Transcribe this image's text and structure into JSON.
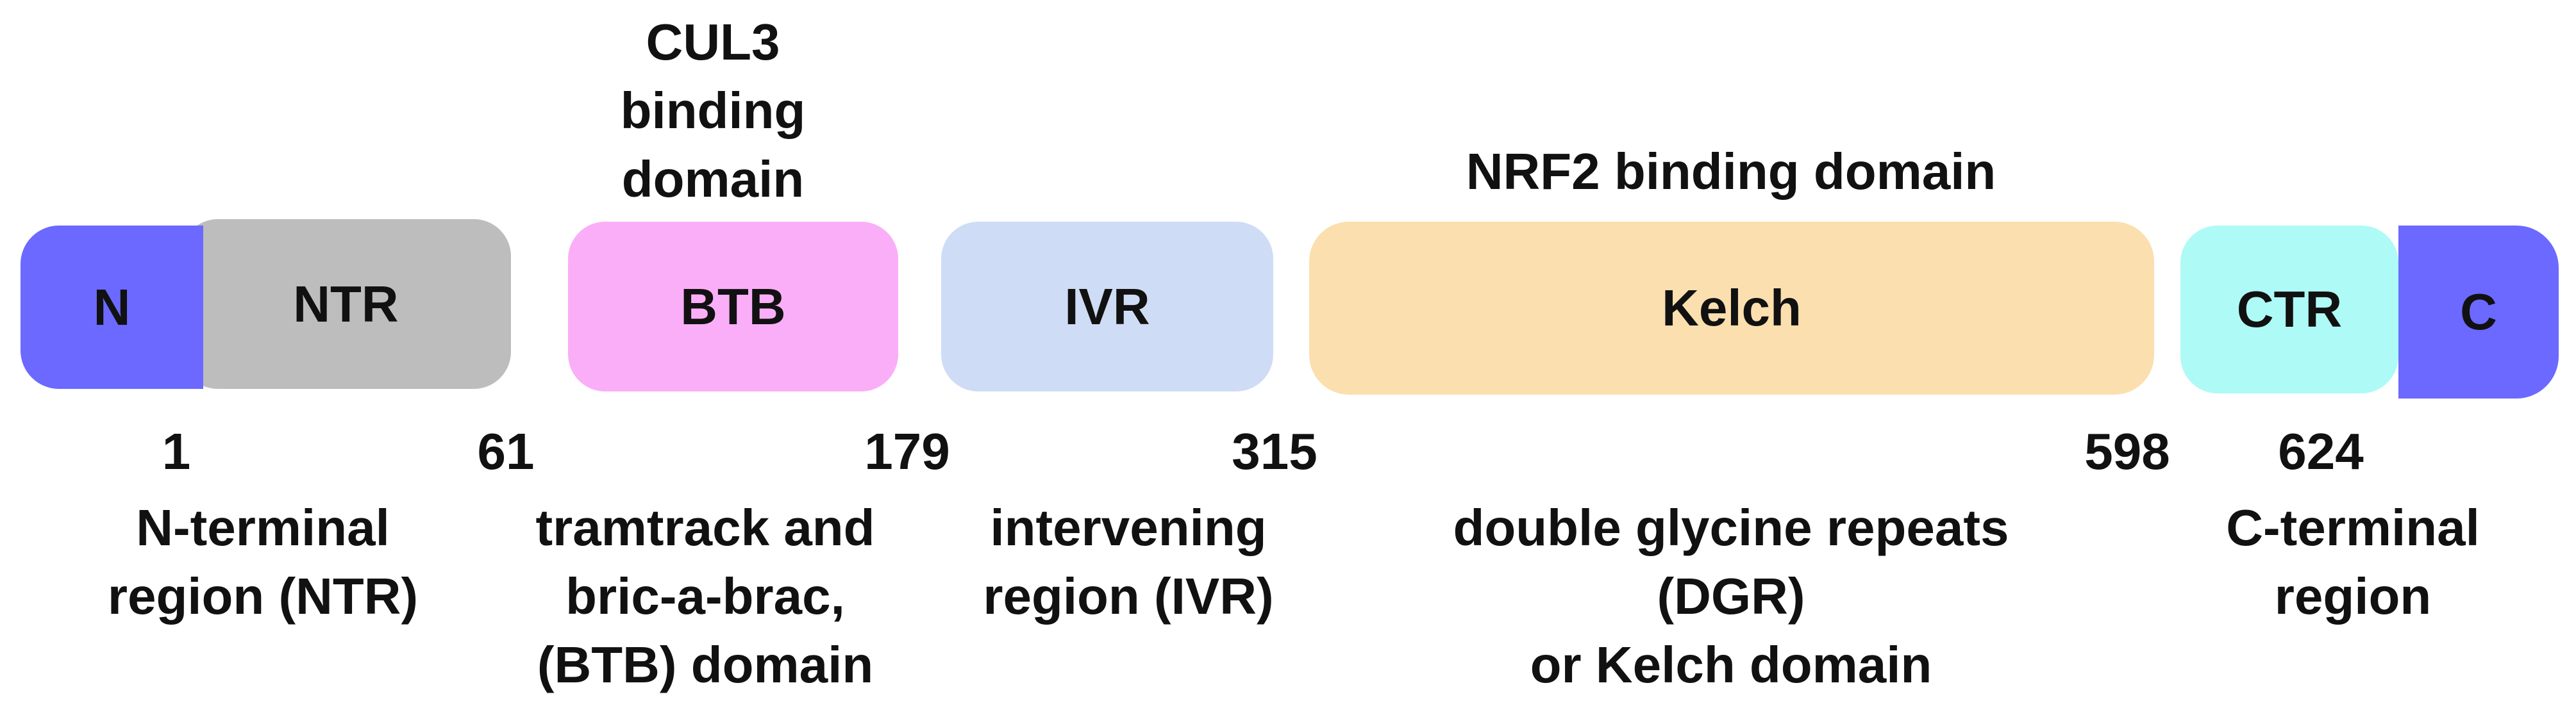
{
  "annotations": {
    "cul3": "CUL3\nbinding\ndomain",
    "nrf2": "NRF2 binding domain"
  },
  "domains": [
    {
      "key": "n",
      "label": "N",
      "color": "#6b69ff"
    },
    {
      "key": "ntr",
      "label": "NTR",
      "color": "#bdbdbd"
    },
    {
      "key": "btb",
      "label": "BTB",
      "color": "#fbaef8"
    },
    {
      "key": "ivr",
      "label": "IVR",
      "color": "#cfdcf6"
    },
    {
      "key": "kelch",
      "label": "Kelch",
      "color": "#fbdfae"
    },
    {
      "key": "ctr",
      "label": "CTR",
      "color": "#aefaf6"
    },
    {
      "key": "c",
      "label": "C",
      "color": "#6b69ff"
    }
  ],
  "positions": {
    "p1": "1",
    "p61": "61",
    "p179": "179",
    "p315": "315",
    "p598": "598",
    "p624": "624"
  },
  "descriptions": {
    "ntr": "N-terminal\nregion (NTR)",
    "btb": "tramtrack and\nbric-a-brac,\n(BTB) domain",
    "ivr": "intervening\nregion (IVR)",
    "dgr": "double glycine repeats\n(DGR)\nor Kelch domain",
    "ctr": "C-terminal\nregion"
  }
}
